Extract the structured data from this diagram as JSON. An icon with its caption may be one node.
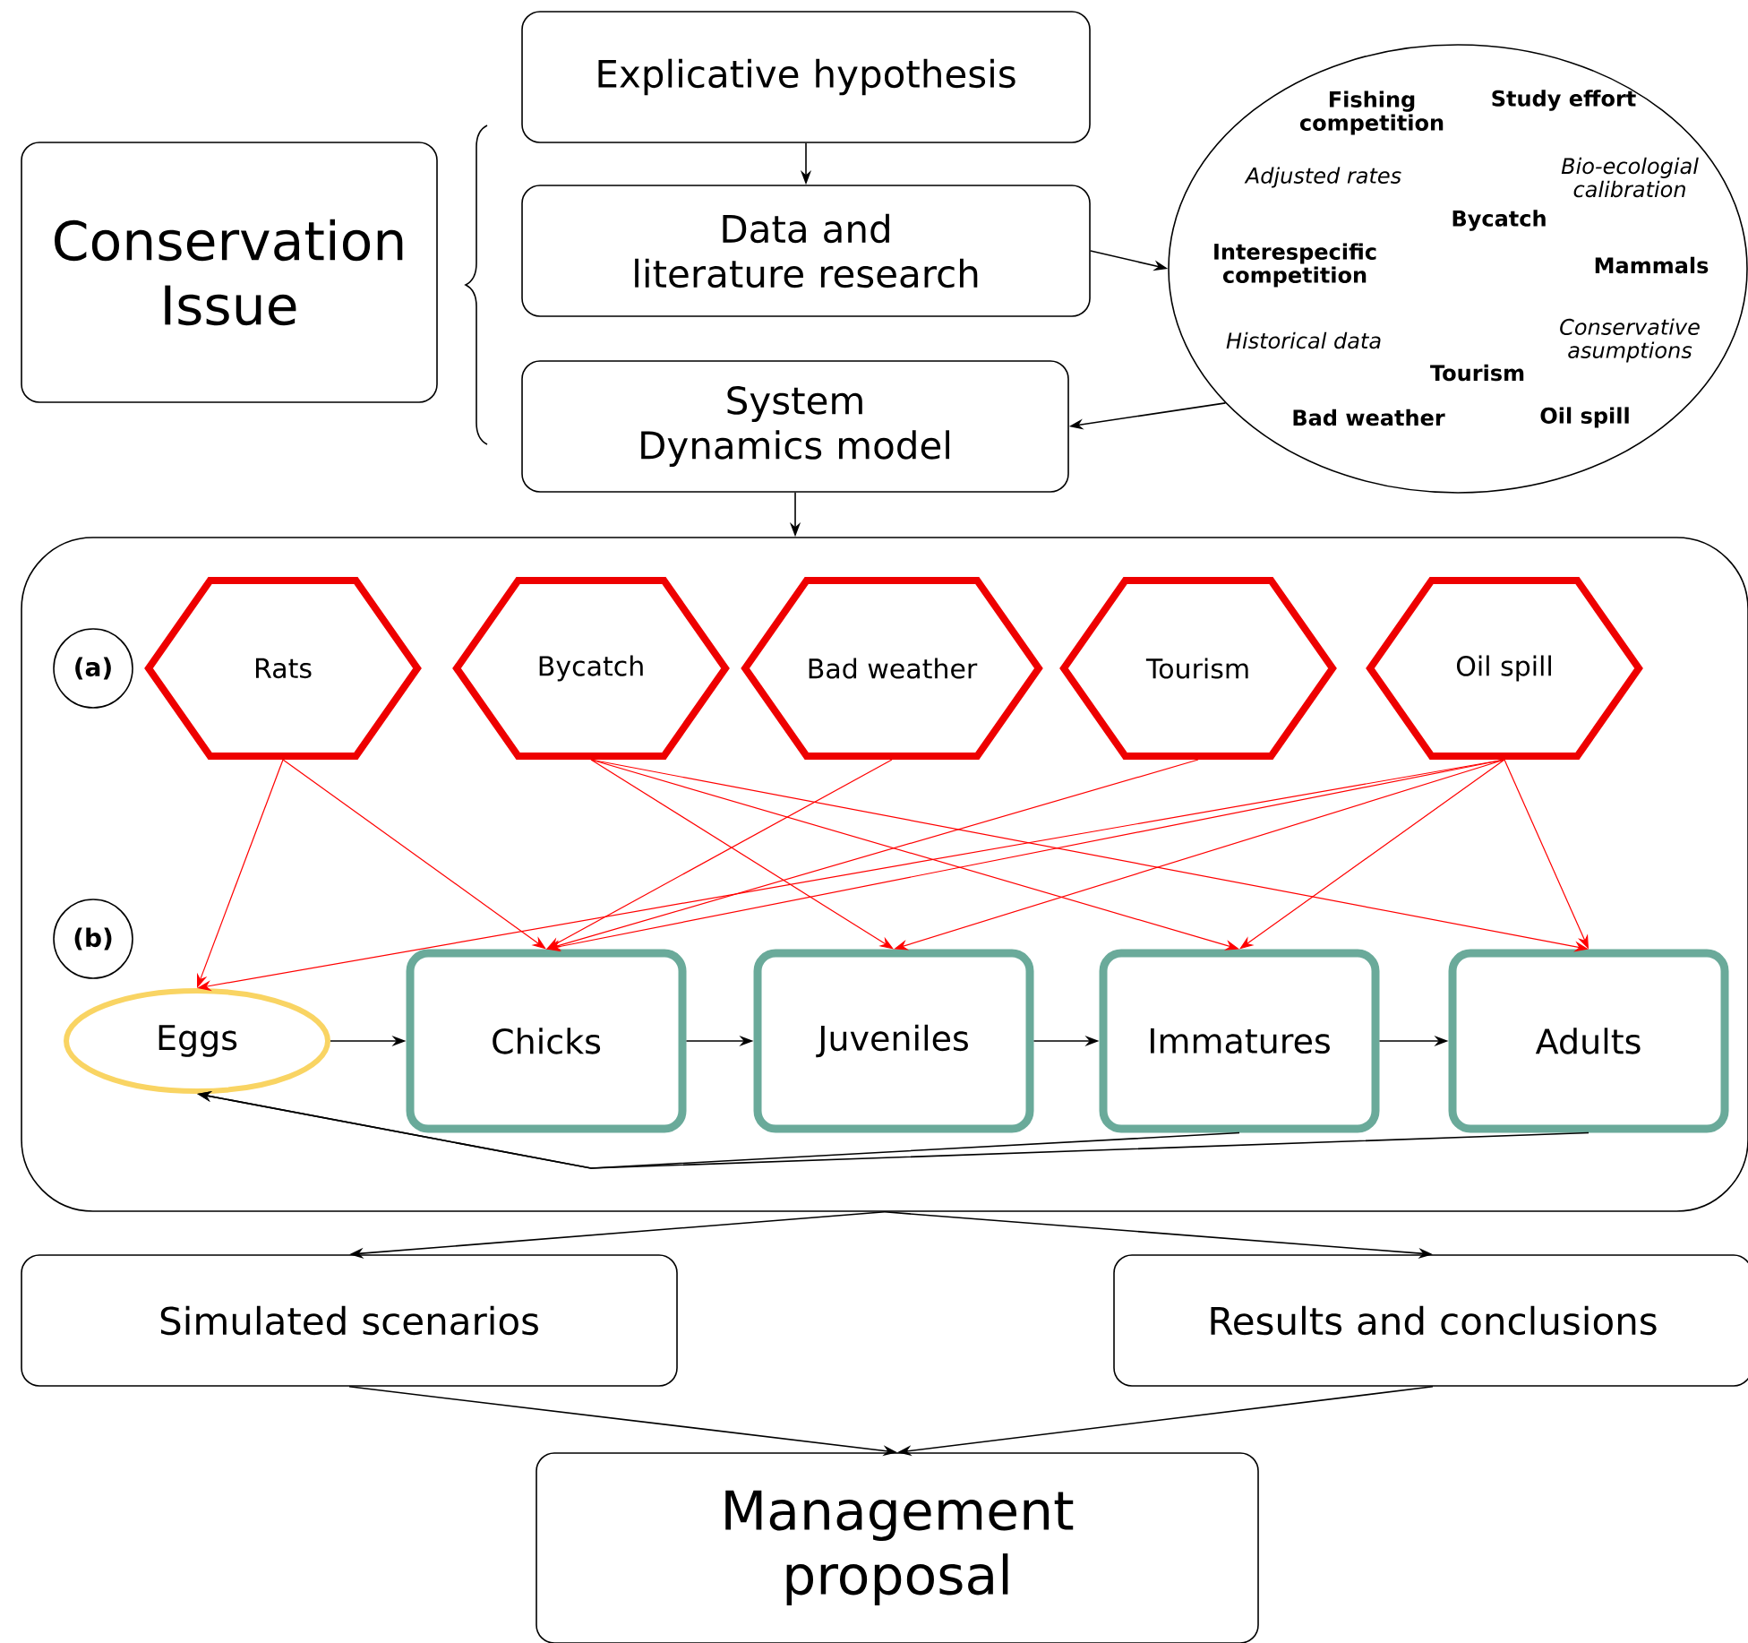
{
  "diagram": {
    "nodes": [
      {
        "text": [
          "Conservation Issue"
        ]
      },
      {
        "text": [
          "Explicative hypothesis"
        ]
      },
      {
        "text": [
          "Data and literature research"
        ]
      },
      {
        "text": [
          "System Dynamics model"
        ]
      },
      {
        "text": [
          "Fishing competition",
          "Study effort",
          "Adjusted rates",
          "Bio-ecologial calibration",
          "Bycatch",
          "Interespecific competition",
          "Mammals",
          "Historical data",
          "Conservative asumptions",
          "Tourism",
          "Bad weather",
          "Oil spill"
        ]
      },
      {
        "text": [],
        "shape": "box"
      },
      {
        "text": [
          "(a)"
        ],
        "in": 5
      },
      {
        "text": [
          "(b)"
        ],
        "in": 5
      },
      {
        "text": [
          "Rats"
        ],
        "in": 5
      },
      {
        "text": [
          "Bycatch"
        ],
        "in": 5
      },
      {
        "text": [
          "Bad weather"
        ],
        "in": 5
      },
      {
        "text": [
          "Tourism"
        ],
        "in": 5
      },
      {
        "text": [
          "Oil spill"
        ],
        "in": 5
      },
      {
        "text": [
          "Eggs"
        ],
        "in": 5
      },
      {
        "text": [
          "Chicks"
        ],
        "in": 5
      },
      {
        "text": [
          "Juveniles"
        ],
        "in": 5
      },
      {
        "text": [
          "Immatures"
        ],
        "in": 5
      },
      {
        "text": [
          "Adults"
        ],
        "in": 5
      },
      {
        "text": [
          "Simulated scenarios"
        ]
      },
      {
        "text": [
          "Results and conclusions"
        ]
      },
      {
        "text": [
          "Management proposal"
        ]
      }
    ],
    "edges": [
      {
        "from": 1,
        "to": 2,
        "arrow": "to"
      },
      {
        "from": 2,
        "to": 4,
        "arrow": "to"
      },
      {
        "from": 4,
        "to": 3,
        "arrow": "to"
      },
      {
        "from": 3,
        "to": 5,
        "arrow": "to"
      },
      {
        "from": 8,
        "to": 13,
        "arrow": "to",
        "color": "#ff0000"
      },
      {
        "from": 8,
        "to": 14,
        "arrow": "to",
        "color": "#ff0000"
      },
      {
        "from": 9,
        "to": 15,
        "arrow": "to",
        "color": "#ff0000"
      },
      {
        "from": 9,
        "to": 16,
        "arrow": "to",
        "color": "#ff0000"
      },
      {
        "from": 9,
        "to": 17,
        "arrow": "to",
        "color": "#ff0000"
      },
      {
        "from": 10,
        "to": 14,
        "arrow": "to",
        "color": "#ff0000"
      },
      {
        "from": 11,
        "to": 14,
        "arrow": "to",
        "color": "#ff0000"
      },
      {
        "from": 12,
        "to": 13,
        "arrow": "to",
        "color": "#ff0000"
      },
      {
        "from": 12,
        "to": 14,
        "arrow": "to",
        "color": "#ff0000"
      },
      {
        "from": 12,
        "to": 15,
        "arrow": "to",
        "color": "#ff0000"
      },
      {
        "from": 12,
        "to": 16,
        "arrow": "to",
        "color": "#ff0000"
      },
      {
        "from": 12,
        "to": 17,
        "arrow": "to",
        "color": "#ff0000"
      },
      {
        "from": 13,
        "to": 14,
        "arrow": "to"
      },
      {
        "from": 14,
        "to": 15,
        "arrow": "to"
      },
      {
        "from": 15,
        "to": 16,
        "arrow": "to"
      },
      {
        "from": 16,
        "to": 17,
        "arrow": "to"
      },
      {
        "from": 16,
        "to": 13,
        "arrow": "to"
      },
      {
        "from": 17,
        "to": 13,
        "arrow": "to"
      },
      {
        "from": 5,
        "to": 18,
        "arrow": "to"
      },
      {
        "from": 5,
        "to": 19,
        "arrow": "to"
      },
      {
        "from": 18,
        "to": 20,
        "arrow": "to"
      },
      {
        "from": 19,
        "to": 20,
        "arrow": "to"
      }
    ]
  }
}
